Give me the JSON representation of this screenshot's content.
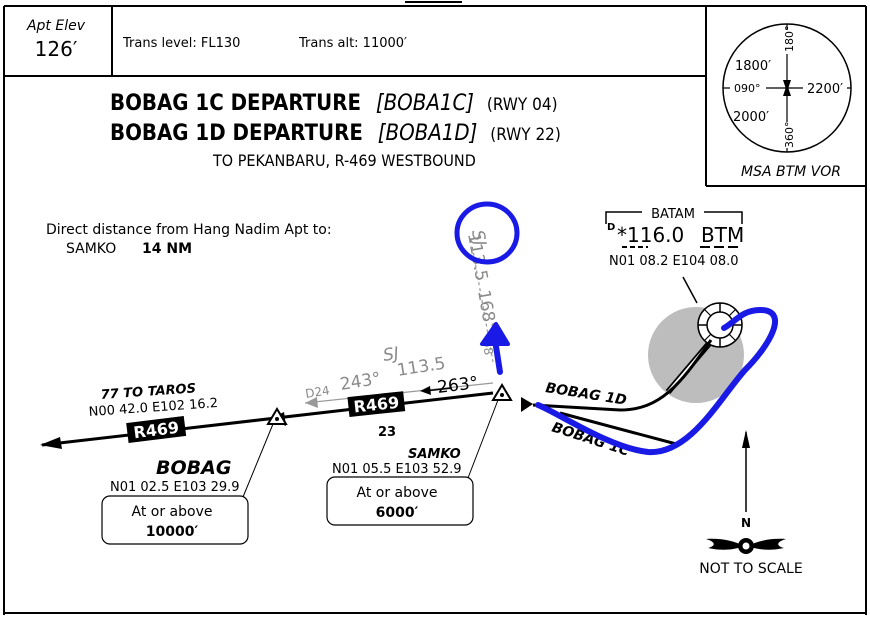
{
  "header": {
    "apt_elev_label": "Apt Elev",
    "apt_elev_value": "126′",
    "trans_level": "Trans level: FL130",
    "trans_alt": "Trans alt: 11000′"
  },
  "msa": {
    "values": [
      "1800′",
      "2200′",
      "2000′"
    ],
    "bearings": [
      "090°",
      "180°",
      "360°"
    ],
    "label": "MSA BTM VOR"
  },
  "title": {
    "line1_name": "BOBAG 1C DEPARTURE",
    "line1_code": "[BOBA1C]",
    "line1_rwy": "(RWY 04)",
    "line2_name": "BOBAG 1D DEPARTURE",
    "line2_code": "[BOBA1D]",
    "line2_rwy": "(RWY 22)",
    "line3": "TO PEKANBARU, R-469 WESTBOUND"
  },
  "note": {
    "line1": "Direct distance from Hang Nadim Apt to:",
    "fix": "SAMKO",
    "distance": "14 NM"
  },
  "navaid": {
    "name": "BATAM",
    "d_symbol": "D",
    "frequency": "*116.0",
    "ident": "BTM",
    "coords": "N01 08.2 E104 08.0"
  },
  "samko": {
    "name": "SAMKO",
    "coords": "N01 05.5 E103 52.9",
    "constraint_line1": "At or above",
    "constraint_line2": "6000′"
  },
  "bobag": {
    "name": "BOBAG",
    "coords": "N01 02.5 E103 29.9",
    "constraint_line1": "At or above",
    "constraint_line2": "10000′"
  },
  "taros": {
    "label": "77 TO TAROS",
    "coords": "N00 42.0 E102 16.2"
  },
  "airways": {
    "r469_west": "R469",
    "r469_mid": "R469",
    "mid_distance": "23",
    "mid_course": "263°"
  },
  "radials": {
    "sj_upper_course": "168°",
    "sj_upper_freq": "113.5",
    "sj_upper_ident": "SJ",
    "sj_upper_d": "D8",
    "sj_lower_ident": "SJ",
    "sj_lower_course": "243°",
    "sj_lower_freq": "113.5",
    "sj_lower_d": "D24"
  },
  "routes": {
    "bobag_1d": "BOBAG 1D",
    "bobag_1c": "BOBAG 1C"
  },
  "compass": {
    "north": "N",
    "not_to_scale": "NOT TO SCALE"
  },
  "colors": {
    "ink": "#000000",
    "annotation_blue": "#1a1ae6",
    "airport_gray": "#bdbdbd",
    "radial_gray": "#8a8a8a"
  }
}
